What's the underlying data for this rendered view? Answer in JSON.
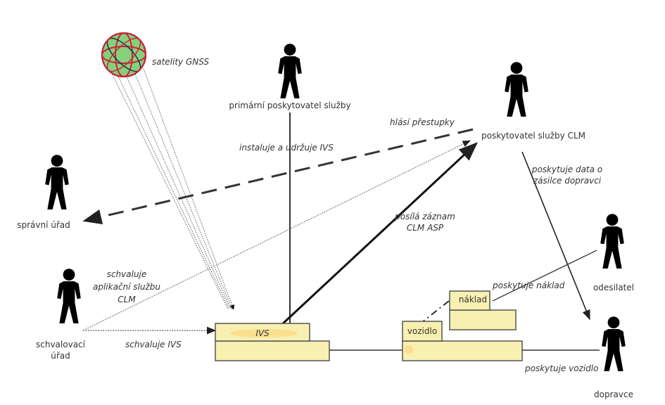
{
  "colors": {
    "box_fill": "#f7f0b0",
    "box_stroke": "#555555",
    "line": "#222222",
    "dotted_line": "#777777",
    "globe_red": "#c8243a",
    "globe_green": "#7cc86a",
    "globe_navy": "#1e2a5a"
  },
  "satellite": {
    "icon": "globe-icon",
    "label": "satelity GNSS"
  },
  "actors": {
    "primary_provider": "primární poskytovatel služby",
    "clm_provider": "poskytovatel služby CLM",
    "admin_office": "správní úřad",
    "approval_office_line1": "schvalovací",
    "approval_office_line2": "úřad",
    "sender": "odesilatel",
    "carrier": "dopravce"
  },
  "components": {
    "ivs": "IVS",
    "vehicle": "vozidlo",
    "cargo": "náklad"
  },
  "edges": {
    "reports_offences": "hlásí přestupky",
    "installs_maintains": "instaluje a udržuje IVS",
    "sends_record_line1": "posílá záznam",
    "sends_record_line2": "CLM ASP",
    "provides_data_line1": "poskytuje data o",
    "provides_data_line2": "zásilce dopravci",
    "approves_app_line1": "schvaluje",
    "approves_app_line2": "aplikační službu",
    "approves_app_line3": "CLM",
    "approves_ivs": "schvaluje IVS",
    "provides_cargo": "poskytuje náklad",
    "provides_vehicle": "poskytuje vozidlo"
  }
}
